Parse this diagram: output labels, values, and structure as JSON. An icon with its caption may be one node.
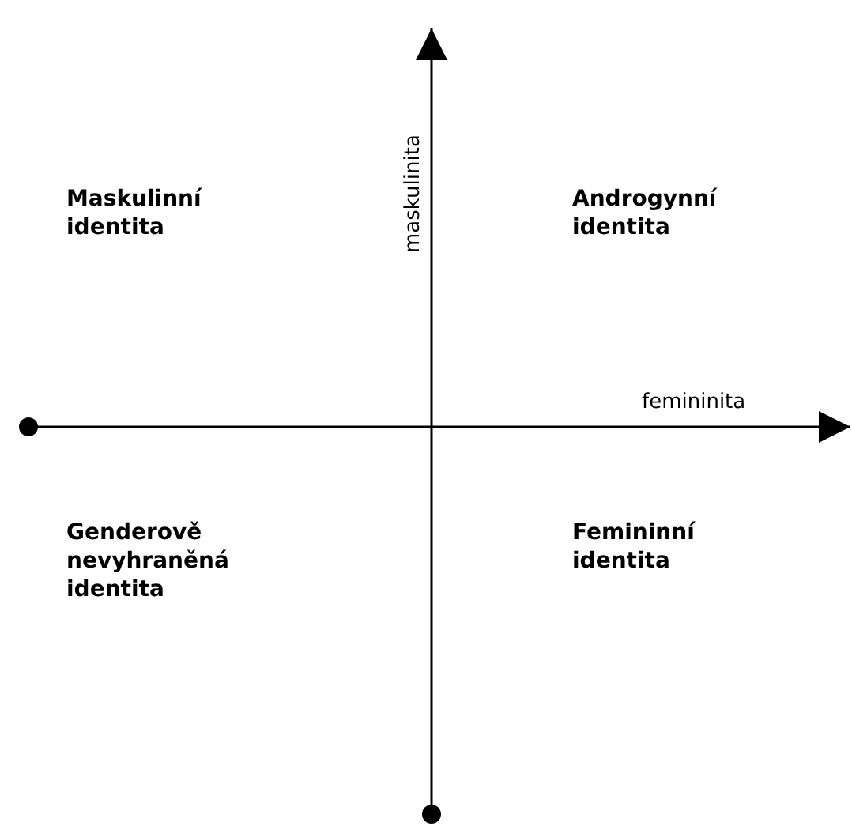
{
  "diagram": {
    "labels": [
      "maskulinita",
      "Maskulinní identita",
      "Androgynní identita",
      "femininita",
      "Genderově nevyhraněná identita",
      "Femininní identita"
    ]
  }
}
